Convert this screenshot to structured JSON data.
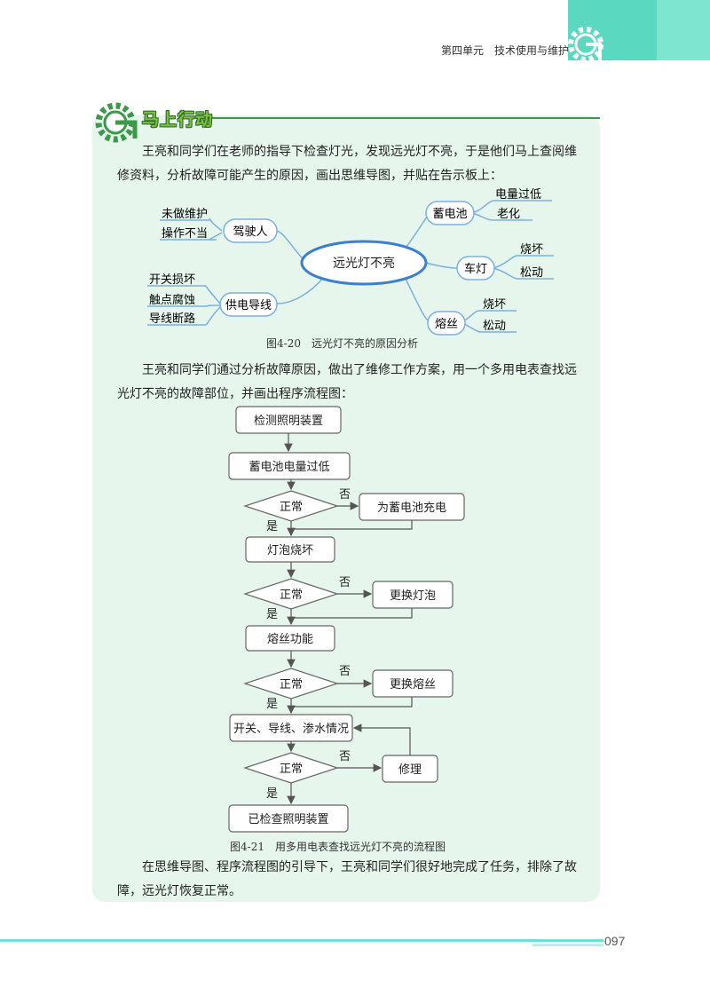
{
  "header": {
    "unit_title": "第四单元　技术使用与维护"
  },
  "section": {
    "title": "马上行动"
  },
  "paragraphs": {
    "p1": "王亮和同学们在老师的指导下检查灯光，发现远光灯不亮，于是他们马上查阅维修资料，分析故障可能产生的原因，画出思维导图，并贴在告示板上：",
    "p2": "王亮和同学们通过分析故障原因，做出了维修工作方案，用一个多用电表查找远光灯不亮的故障部位，并画出程序流程图：",
    "p3": "在思维导图、程序流程图的引导下，王亮和同学们很好地完成了任务，排除了故障，远光灯恢复正常。"
  },
  "mindmap": {
    "center": "远光灯不亮",
    "driver": {
      "label": "驾驶人",
      "items": [
        "未做维护",
        "操作不当"
      ]
    },
    "power": {
      "label": "供电导线",
      "items": [
        "开关损坏",
        "触点腐蚀",
        "导线断路"
      ]
    },
    "battery": {
      "label": "蓄电池",
      "items": [
        "电量过低",
        "老化"
      ]
    },
    "lamp": {
      "label": "车灯",
      "items": [
        "烧坏",
        "松动"
      ]
    },
    "fuse": {
      "label": "熔丝",
      "items": [
        "烧坏",
        "松动"
      ]
    },
    "caption": "图4-20　远光灯不亮的原因分析"
  },
  "flowchart": {
    "start": "检测照明装置",
    "step1": "蓄电池电量过低",
    "decision": "正常",
    "yes": "是",
    "no": "否",
    "fix1": "为蓄电池充电",
    "step2": "灯泡烧坏",
    "fix2": "更换灯泡",
    "step3": "熔丝功能",
    "fix3": "更换熔丝",
    "step4": "开关、导线、渗水情况",
    "fix4": "修理",
    "end": "已检查照明装置",
    "caption": "图4-21　用多用电表查找远光灯不亮的流程图"
  },
  "footer": {
    "page_number": "097"
  }
}
